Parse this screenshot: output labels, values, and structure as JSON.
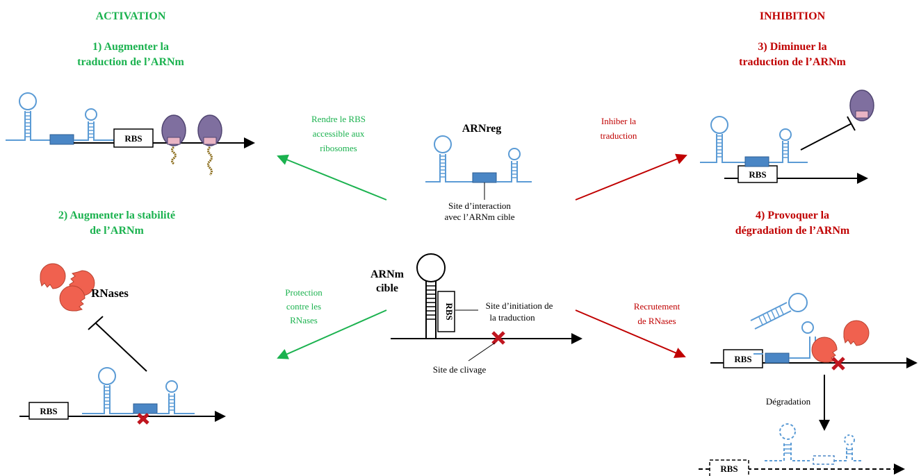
{
  "activation": {
    "header": "ACTIVATION",
    "item1_line1": "1) Augmenter la",
    "item1_line2": "traduction de l’ARNm",
    "item2_line1": "2) Augmenter la stabilité",
    "item2_line2": "de l’ARNm"
  },
  "inhibition": {
    "header": "INHIBITION",
    "item3_line1": "3) Diminuer la",
    "item3_line2": "traduction de l’ARNm",
    "item4_line1": "4) Provoquer la",
    "item4_line2": "dégradation de l’ARNm"
  },
  "arrows": {
    "rbs_line1": "Rendre le RBS",
    "rbs_line2": "accessible aux",
    "rbs_line3": "ribosomes",
    "inhib_line1": "Inhiber la",
    "inhib_line2": "traduction",
    "protect_line1": "Protection",
    "protect_line2": "contre les",
    "protect_line3": "RNases",
    "recrut_line1": "Recrutement",
    "recrut_line2": "de RNases"
  },
  "center": {
    "arnreg": "ARNreg",
    "site_interaction_1": "Site d’interaction",
    "site_interaction_2": "avec l’ARNm cible",
    "arnm_1": "ARNm",
    "arnm_2": "cible",
    "site_init_1": "Site d’initiation de",
    "site_init_2": "la traduction",
    "site_clivage": "Site de clivage"
  },
  "labels": {
    "rbs": "RBS",
    "rnases": "RNases",
    "degradation": "Dégradation"
  },
  "colors": {
    "green": "#1bb24f",
    "red": "#c00000",
    "rna_blue": "#5b9bd5",
    "interaction_box": "#4a86c5",
    "ribosome": "#7f6f9f",
    "rnase": "#f0614f"
  }
}
